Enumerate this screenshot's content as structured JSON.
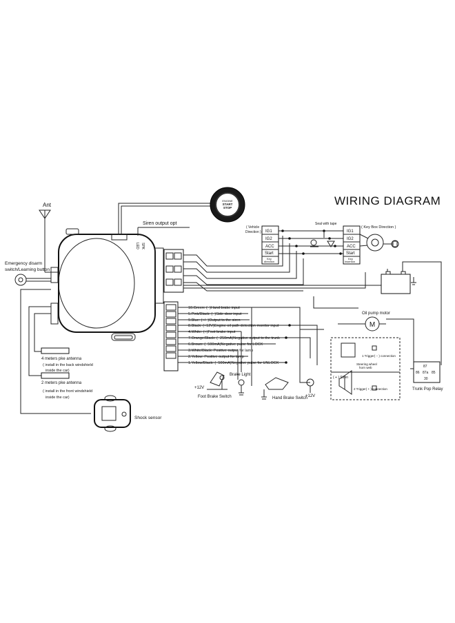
{
  "title": "WIRING DIAGRAM",
  "antenna": "Ant",
  "siren_output": "Siren output opt",
  "emergency": {
    "line1": "Emergency disarm",
    "line2": "switch/Learning button"
  },
  "button": {
    "line1": "ENGINE",
    "line2": "START",
    "line3": "STOP"
  },
  "module_side_labels": [
    "LED",
    "SPK"
  ],
  "vehicle_side": {
    "direction_line1": "( Vehicle",
    "direction_line2": "Direction )",
    "pins": [
      "IG1",
      "IG2",
      "ACC",
      "Start"
    ],
    "footer_line1": "Key",
    "footer_line2": "direction"
  },
  "key_side": {
    "direction": "( Key Box Direction )",
    "pins": [
      "IG1",
      "IG2",
      "ACC",
      "Start"
    ],
    "footer_line1": "Key",
    "footer_line2": "insertion"
  },
  "seal": "Seal with tape",
  "wires": [
    "10.Green: (−)Hand brake input",
    "5.Pink/Black: (−)Side door input",
    "9.Blue: (+/−)Output to the siren",
    "8.Black: (+12V)Engine oil path detection monitor input",
    "4.White: (+)Foot brake input",
    "7.Orange/Black: (−250mA)Negative output to the trunk",
    "6.Brown: (−500mA)Negative pulse for LOCK",
    "3.White/Black: Positive output for lamp",
    "2.Yellow: Positive output for lamp",
    "1.Yellow/Black: (−500mA)Negative pulse for UNLOCK"
  ],
  "antenna_notes": {
    "a4_title": "4 meters pke antenna",
    "a4_line1": "( install in the back windshield",
    "a4_line2": "inside the car)",
    "a2_title": "2 meters pke antenna",
    "a2_line1": "( install in the front windshield",
    "a2_line2": "inside the car)"
  },
  "shock_sensor": "Shock sensor",
  "oil_pump": "Oil pump motor",
  "motor_symbol": "M",
  "brake_light": "Brake Light",
  "foot_brake": "Foot Brake Switch",
  "hand_brake": "Hand Brake Switch",
  "plus12_a": "+12V",
  "plus12_b": "+12V",
  "trigger_box": {
    "trigger1": "1 Trigger( − ) connection",
    "steering": "Steering wheel",
    "steering2": "horn web",
    "siren": "( + ) Siren",
    "trigger2": "2 Trigger( + ) connection"
  },
  "relay": {
    "label": "Trunk Pop Relay",
    "pins": [
      "87",
      "86",
      "87a",
      "85",
      "30"
    ]
  },
  "colors": {
    "ink": "#111111",
    "background": "#ffffff"
  }
}
